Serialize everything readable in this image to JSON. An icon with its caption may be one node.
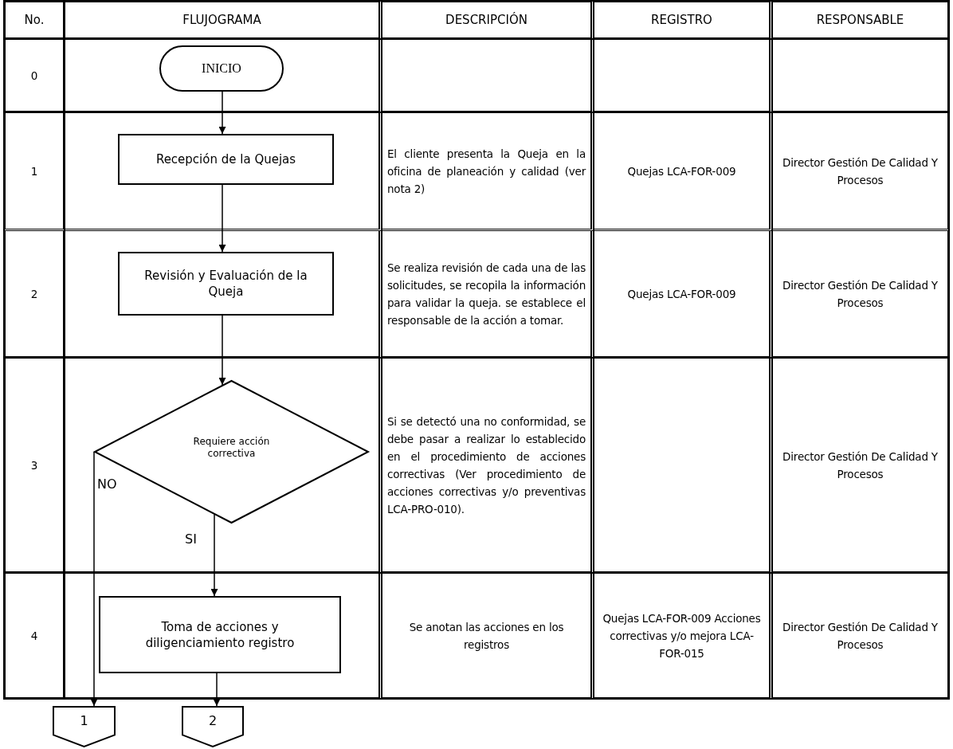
{
  "diagram": {
    "nodes": [
      {
        "text": [
          "INICIO"
        ]
      },
      {
        "text": [
          "Recepción de la Quejas"
        ]
      },
      {
        "text": [
          "Revisión y Evaluación de la Queja"
        ]
      },
      {
        "text": [
          "Requiere acción correctiva"
        ]
      },
      {
        "text": [
          "Toma de acciones y diligenciamiento registro"
        ]
      },
      {
        "text": [
          "1"
        ]
      },
      {
        "text": [
          "2"
        ]
      }
    ],
    "edges": [
      {
        "from": 0,
        "to": 1,
        "arrow": "to"
      },
      {
        "from": 1,
        "to": 2,
        "arrow": "to"
      },
      {
        "from": 2,
        "to": 3,
        "arrow": "to"
      },
      {
        "from": 3,
        "to": 4,
        "arrow": "to",
        "label": "SI"
      },
      {
        "from": 3,
        "to": 5,
        "arrow": "to",
        "label": "NO"
      },
      {
        "from": 4,
        "to": 6,
        "arrow": "to"
      }
    ],
    "labels": [
      "No.",
      "FLUJOGRAMA",
      "DESCRIPCIÓN",
      "REGISTRO",
      "RESPONSABLE",
      "0",
      "1",
      "El cliente presenta la Queja en la oficina de planeación y calidad (ver nota 2)",
      "Quejas LCA-FOR-009",
      "Director Gestión De Calidad Y Procesos",
      "2",
      "Se realiza revisión de cada una de las solicitudes, se recopila la información para validar la queja. se establece el responsable de la acción a tomar.",
      "Quejas LCA-FOR-009",
      "Director Gestión De Calidad Y Procesos",
      "3",
      "Si se detectó una no conformidad, se debe pasar a realizar lo establecido en el procedimiento de acciones correctivas (Ver procedimiento de acciones correctivas y/o preventivas LCA-PRO-010).",
      "Director Gestión De Calidad Y Procesos",
      "4",
      "Se anotan las acciones en los registros",
      "Quejas LCA-FOR-009 Acciones correctivas y/o mejora LCA-FOR-015",
      "Director Gestión De Calidad Y Procesos"
    ]
  }
}
